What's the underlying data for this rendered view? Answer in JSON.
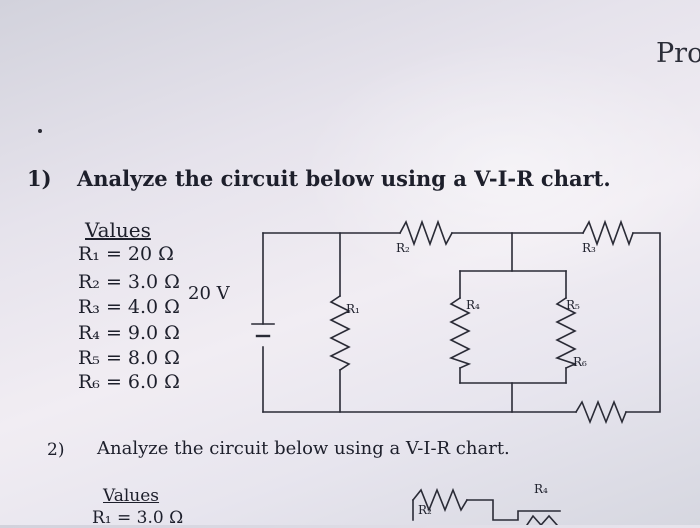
{
  "header": {
    "corner_text": "Pro"
  },
  "question1": {
    "number": "1)",
    "prompt": "Analyze the circuit below using a V-I-R chart.",
    "values_heading": "Values",
    "values": [
      "R₁ = 20 Ω",
      "R₂ = 3.0 Ω",
      "R₃ = 4.0 Ω",
      "R₄ = 9.0 Ω",
      "R₅ = 8.0 Ω",
      "R₆ = 6.0 Ω"
    ],
    "battery_label": "20 V",
    "circuit_labels": {
      "r1": "R₁",
      "r2": "R₂",
      "r3": "R₃",
      "r4": "R₄",
      "r5": "R₅",
      "r6": "R₆"
    }
  },
  "question2": {
    "number": "2)",
    "prompt": "Analyze the circuit below using a V-I-R chart.",
    "values_heading": "Values",
    "first_value": "R₁ = 3.0 Ω",
    "circuit_labels": {
      "r2": "R₂",
      "r4": "R₄"
    }
  }
}
